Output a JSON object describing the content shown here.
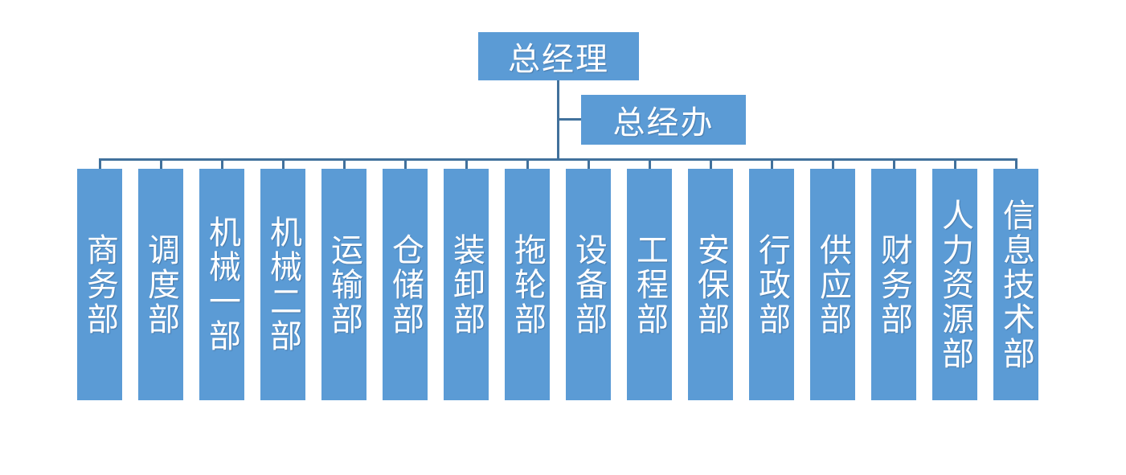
{
  "org_chart": {
    "type": "org-chart",
    "root": {
      "label": "总经理"
    },
    "assistant": {
      "label": "总经办"
    },
    "departments": [
      {
        "label": "商务部"
      },
      {
        "label": "调度部"
      },
      {
        "label": "机械一部"
      },
      {
        "label": "机械二部"
      },
      {
        "label": "运输部"
      },
      {
        "label": "仓储部"
      },
      {
        "label": "装卸部"
      },
      {
        "label": "拖轮部"
      },
      {
        "label": "设备部"
      },
      {
        "label": "工程部"
      },
      {
        "label": "安保部"
      },
      {
        "label": "行政部"
      },
      {
        "label": "供应部"
      },
      {
        "label": "财务部"
      },
      {
        "label": "人力资源部"
      },
      {
        "label": "信息技术部"
      }
    ]
  },
  "colors": {
    "node_fill": "#5B9BD5",
    "connector": "#41719C",
    "node_text": "#FFFFFF",
    "background": "#FFFFFF"
  }
}
